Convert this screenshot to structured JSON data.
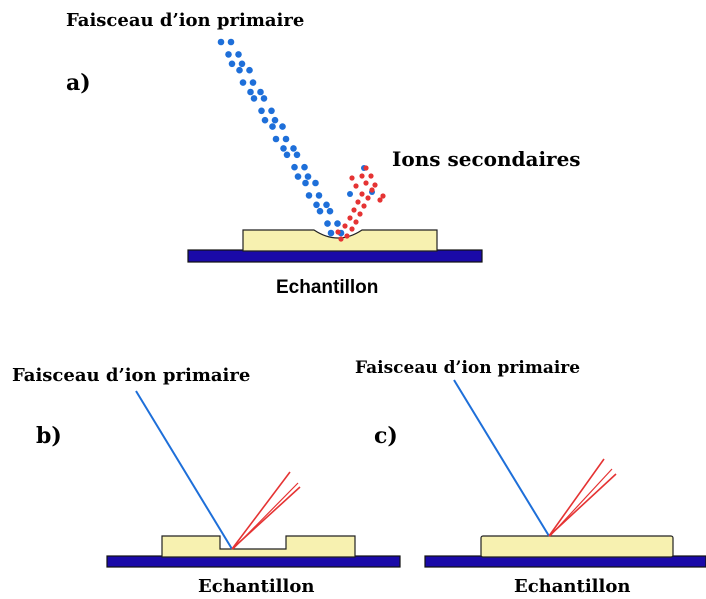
{
  "panel_a": {
    "letter": "a)",
    "beam_label": "Faisceau d’ion primaire",
    "secondary_label": "Ions secondaires",
    "sample_label": "Echantillon"
  },
  "panel_b": {
    "letter": "b)",
    "beam_label": "Faisceau d’ion primaire",
    "sample_label": "Echantillon"
  },
  "panel_c": {
    "letter": "c)",
    "beam_label": "Faisceau d’ion primaire",
    "sample_label": "Echantillon"
  },
  "colors": {
    "primary_ion": "#1e6fd9",
    "secondary_ion": "#e53333",
    "substrate": "#1a0aa8",
    "sample": "#f7f1b0",
    "outline": "#222222"
  }
}
